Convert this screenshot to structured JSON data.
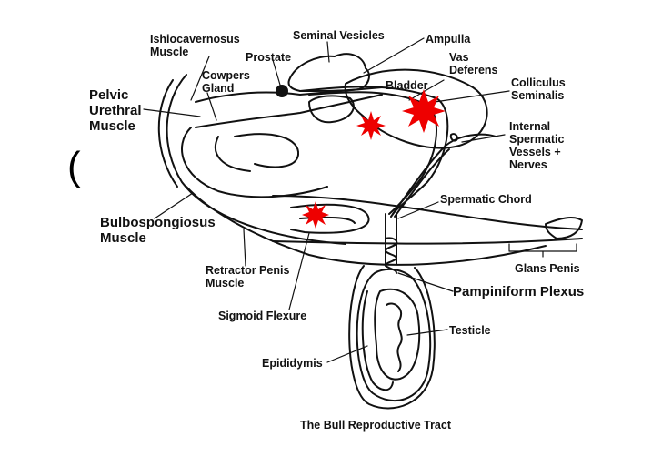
{
  "diagram": {
    "caption": "The Bull Reproductive Tract",
    "stray_mark": "(",
    "labels": {
      "ishiocavernosus": "Ishiocavernosus\nMuscle",
      "seminal_vesicles": "Seminal Vesicles",
      "ampulla": "Ampulla",
      "prostate": "Prostate",
      "vas_deferens": "Vas\nDeferens",
      "cowpers_gland": "Cowpers\nGland",
      "bladder": "Bladder",
      "colliculus": "Colliculus\nSeminalis",
      "pelvic_urethral": "Pelvic\nUrethral\nMuscle",
      "internal_spermatic": "Internal\nSpermatic\nVessels +\nNerves",
      "spermatic_chord": "Spermatic Chord",
      "bulbospongiosus": "Bulbospongiosus\nMuscle",
      "glans_penis": "Glans Penis",
      "retractor_penis": "Retractor Penis\nMuscle",
      "pampiniform": "Pampiniform  Plexus",
      "sigmoid_flexure": "Sigmoid Flexure",
      "testicle": "Testicle",
      "epididymis": "Epididymis"
    },
    "marker_color": "#ee0000",
    "line_color": "#111111"
  }
}
